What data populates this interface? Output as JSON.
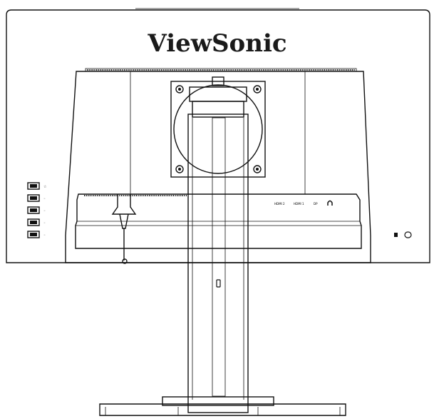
{
  "brand": {
    "name": "ViewSonic"
  },
  "rear_ports": {
    "items": [
      {
        "id": "hdmi-2",
        "label": "HDMI 2"
      },
      {
        "id": "hdmi-1",
        "label": "HDMI 1"
      },
      {
        "id": "dp",
        "label": "DP"
      },
      {
        "id": "audio-out",
        "label": "audio-out"
      }
    ]
  },
  "control_keys": {
    "count": 5,
    "markers": [
      "☆",
      "◦",
      "◦",
      "◦",
      "◦"
    ]
  },
  "icons": {
    "vesa_screw": "screw-icon",
    "audio_port": "headphone-icon",
    "kensington": "lock-icon",
    "release": "release-latch-icon"
  },
  "colors": {
    "line": "#111111",
    "background": "#ffffff"
  }
}
